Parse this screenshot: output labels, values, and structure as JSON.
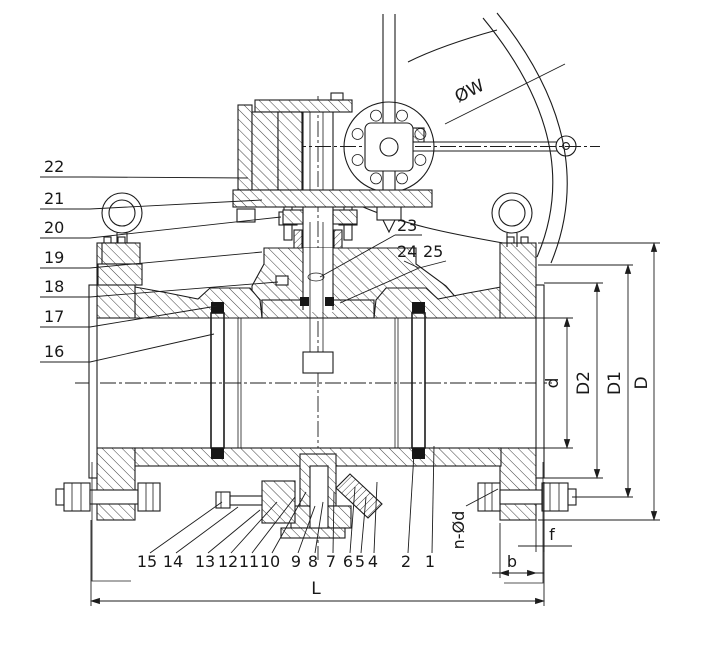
{
  "drawing": {
    "description": "Trunnion ball valve sectional assembly drawing, worm-gear / handwheel operated",
    "background": "#ffffff",
    "line_color": "#1c1c1c"
  },
  "callouts": {
    "left": [
      "22",
      "21",
      "20",
      "19",
      "18",
      "17",
      "16"
    ],
    "upper": [
      "23",
      "24",
      "25"
    ],
    "bottom": [
      "15",
      "14",
      "13",
      "12",
      "11",
      "10",
      "9",
      "8",
      "7",
      "6",
      "5",
      "4",
      "2",
      "1"
    ]
  },
  "dimensions": {
    "bore": "d",
    "raised_face_diameter": "D2",
    "bolt_circle_diameter": "D1",
    "flange_outer_diameter": "D",
    "face_to_face_length": "L",
    "flange_thickness": "b",
    "raised_face_height": "f",
    "bolt_holes": "n-Ød",
    "handwheel_diameter": "ØW"
  }
}
